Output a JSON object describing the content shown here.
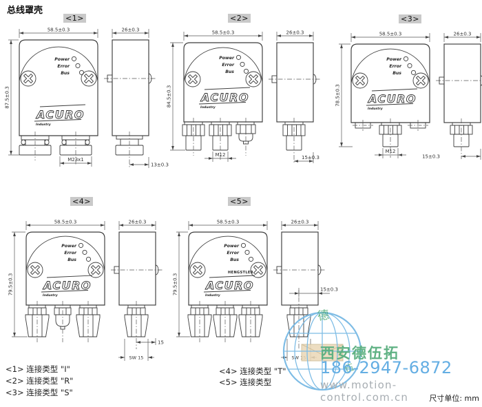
{
  "page": {
    "title": "总线罩壳",
    "unit_note": "尺寸单位: mm"
  },
  "logo": {
    "brand": "ACURO",
    "brand_sub": "Industry",
    "brand_top": "HENGSTLER"
  },
  "led_labels": [
    "Power",
    "Error",
    "Bus"
  ],
  "drawings": [
    {
      "badge": "<1>",
      "width_dim": "58.5±0.3",
      "side_width_dim": "26±0.3",
      "height_dim": "87.5±0.3",
      "connector_dim": "M23x1",
      "side_offset_dim": "13±0.3",
      "connection_note": "<1> 连接类型 \"I\""
    },
    {
      "badge": "<2>",
      "width_dim": "58.5±0.3",
      "side_width_dim": "26±0.3",
      "height_dim": "84.5±0.3",
      "connector_dim": "M12",
      "side_offset_dim": "15±0.3",
      "connection_note": "<2> 连接类型 \"R\""
    },
    {
      "badge": "<3>",
      "width_dim": "58.5±0.3",
      "side_width_dim": "26±0.3",
      "height_dim": "78.5±0.3",
      "connector_dim": "M12",
      "side_offset_dim": "15±0.3",
      "connection_note": "<3> 连接类型 \"S\""
    },
    {
      "badge": "<4>",
      "width_dim": "58.5±0.3",
      "side_width_dim": "26±0.3",
      "height_dim": "79.5±0.3",
      "connector_dim": "",
      "side_offset_dim": "15",
      "wrench_dim": "SW 15",
      "connection_note": "<4> 连接类型 \"T\""
    },
    {
      "badge": "<5>",
      "width_dim": "58.5±0.3",
      "side_width_dim": "26±0.3",
      "height_dim": "79.5±0.3",
      "connector_dim": "",
      "side_offset_dim": "15±0.3",
      "wrench_dim": "SW 15",
      "connection_note": "<5> 连接类型"
    }
  ],
  "watermark": {
    "company": "西安德伍拓",
    "phone": "186-2947-6872",
    "website": "www.motion-control.com.cn",
    "seal_chars": [
      "德",
      "伍"
    ],
    "colors": {
      "green": "#5fb183",
      "blue": "#64aee3",
      "gray": "#a7adb2",
      "globe": "#74b7e3"
    }
  }
}
